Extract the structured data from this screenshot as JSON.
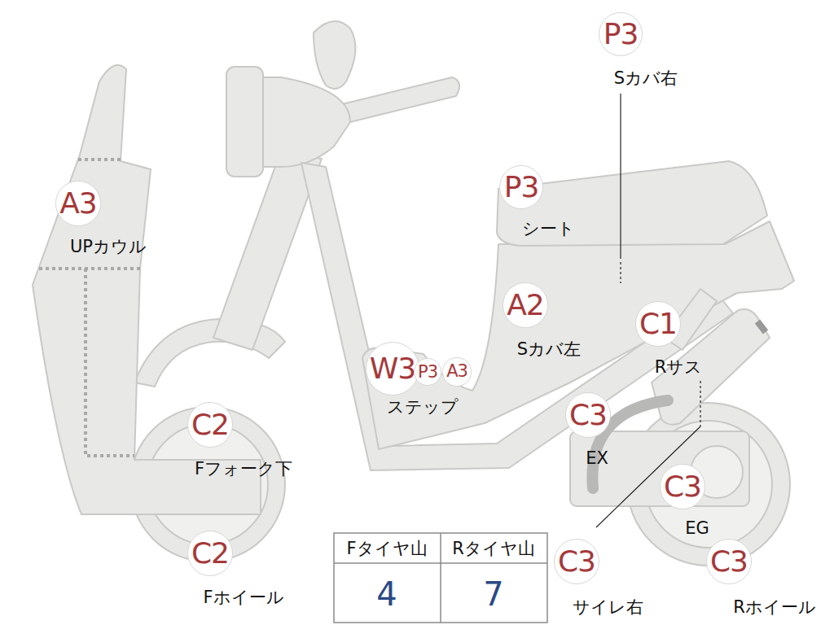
{
  "diagram": {
    "nodes": [
      {
        "text": [
          "P3",
          "Sカバ右"
        ]
      },
      {
        "text": [
          "A3",
          "UPカウル"
        ]
      },
      {
        "text": [
          "P3",
          "シート"
        ]
      },
      {
        "text": [
          "A2",
          "Sカバ左"
        ]
      },
      {
        "text": [
          "C1",
          "Rサス"
        ]
      },
      {
        "text": [
          "W3",
          "ステップ"
        ]
      },
      {
        "text": [
          "P3"
        ]
      },
      {
        "text": [
          "A3"
        ]
      },
      {
        "text": [
          "C3",
          "EX"
        ]
      },
      {
        "text": [
          "C2",
          "Fフォーク下"
        ]
      },
      {
        "text": [
          "C3",
          "EG"
        ]
      },
      {
        "text": [
          "C2",
          "Fホイール"
        ]
      },
      {
        "text": [
          "C3",
          "サイレ右"
        ]
      },
      {
        "text": [
          "C3",
          "Rホイール"
        ]
      }
    ],
    "labels": [
      "Fタイヤ山",
      "Rタイヤ山",
      "4",
      "7"
    ]
  }
}
